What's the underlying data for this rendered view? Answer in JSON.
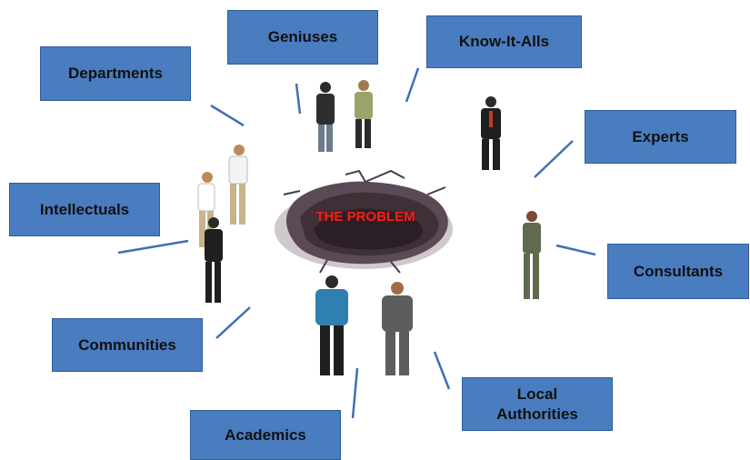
{
  "center": {
    "label": "THE PROBLEM"
  },
  "labels": {
    "geniuses": "Geniuses",
    "know_it_alls": "Know-It-Alls",
    "departments": "Departments",
    "experts": "Experts",
    "intellectuals": "Intellectuals",
    "consultants": "Consultants",
    "communities": "Communities",
    "academics": "Academics",
    "local_authorities": "Local\nAuthorities"
  },
  "colors": {
    "box_fill": "#4a7cc0",
    "connector": "#3f6fb3",
    "problem_text": "#e8231d",
    "hole": "#5a4a55"
  }
}
